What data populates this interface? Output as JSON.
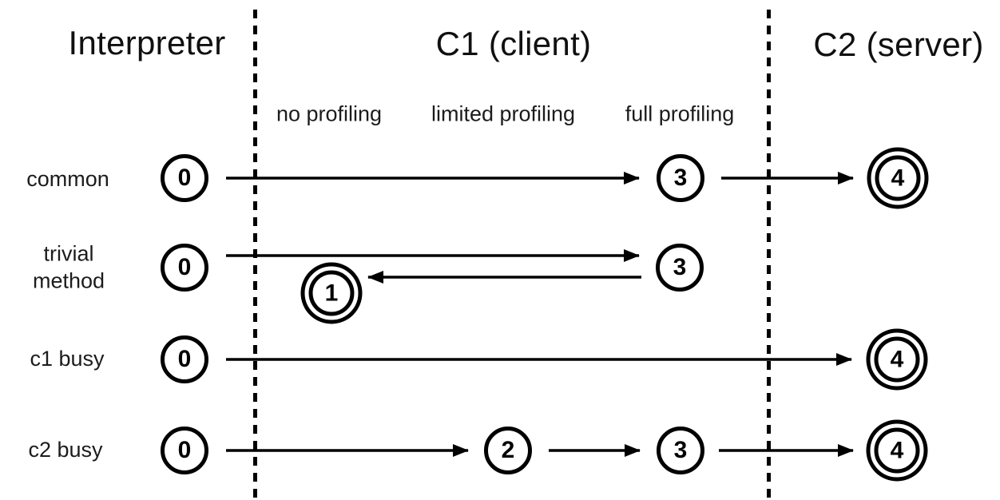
{
  "colors": {
    "ink": "#000000",
    "background": "#ffffff"
  },
  "headers": {
    "interpreter": "Interpreter",
    "c1": "C1 (client)",
    "c2": "C2 (server)"
  },
  "c1_phases": {
    "no_profiling": "no profiling",
    "limited_profiling": "limited profiling",
    "full_profiling": "full profiling"
  },
  "rows": {
    "common": "common",
    "trivial_method": "trivial method",
    "c1_busy": "c1 busy",
    "c2_busy": "c2 busy"
  },
  "nodes": {
    "common_0": "0",
    "common_3": "3",
    "common_4": "4",
    "trivial_0": "0",
    "trivial_3": "3",
    "trivial_1": "1",
    "c1_busy_0": "0",
    "c1_busy_4": "4",
    "c2_busy_0": "0",
    "c2_busy_2": "2",
    "c2_busy_3": "3",
    "c2_busy_4": "4"
  },
  "edges": {
    "common": [
      "0→3",
      "3→4"
    ],
    "trivial_method": [
      "0→3",
      "3→1"
    ],
    "c1_busy": [
      "0→4"
    ],
    "c2_busy": [
      "0→2",
      "2→3",
      "3→4"
    ]
  }
}
